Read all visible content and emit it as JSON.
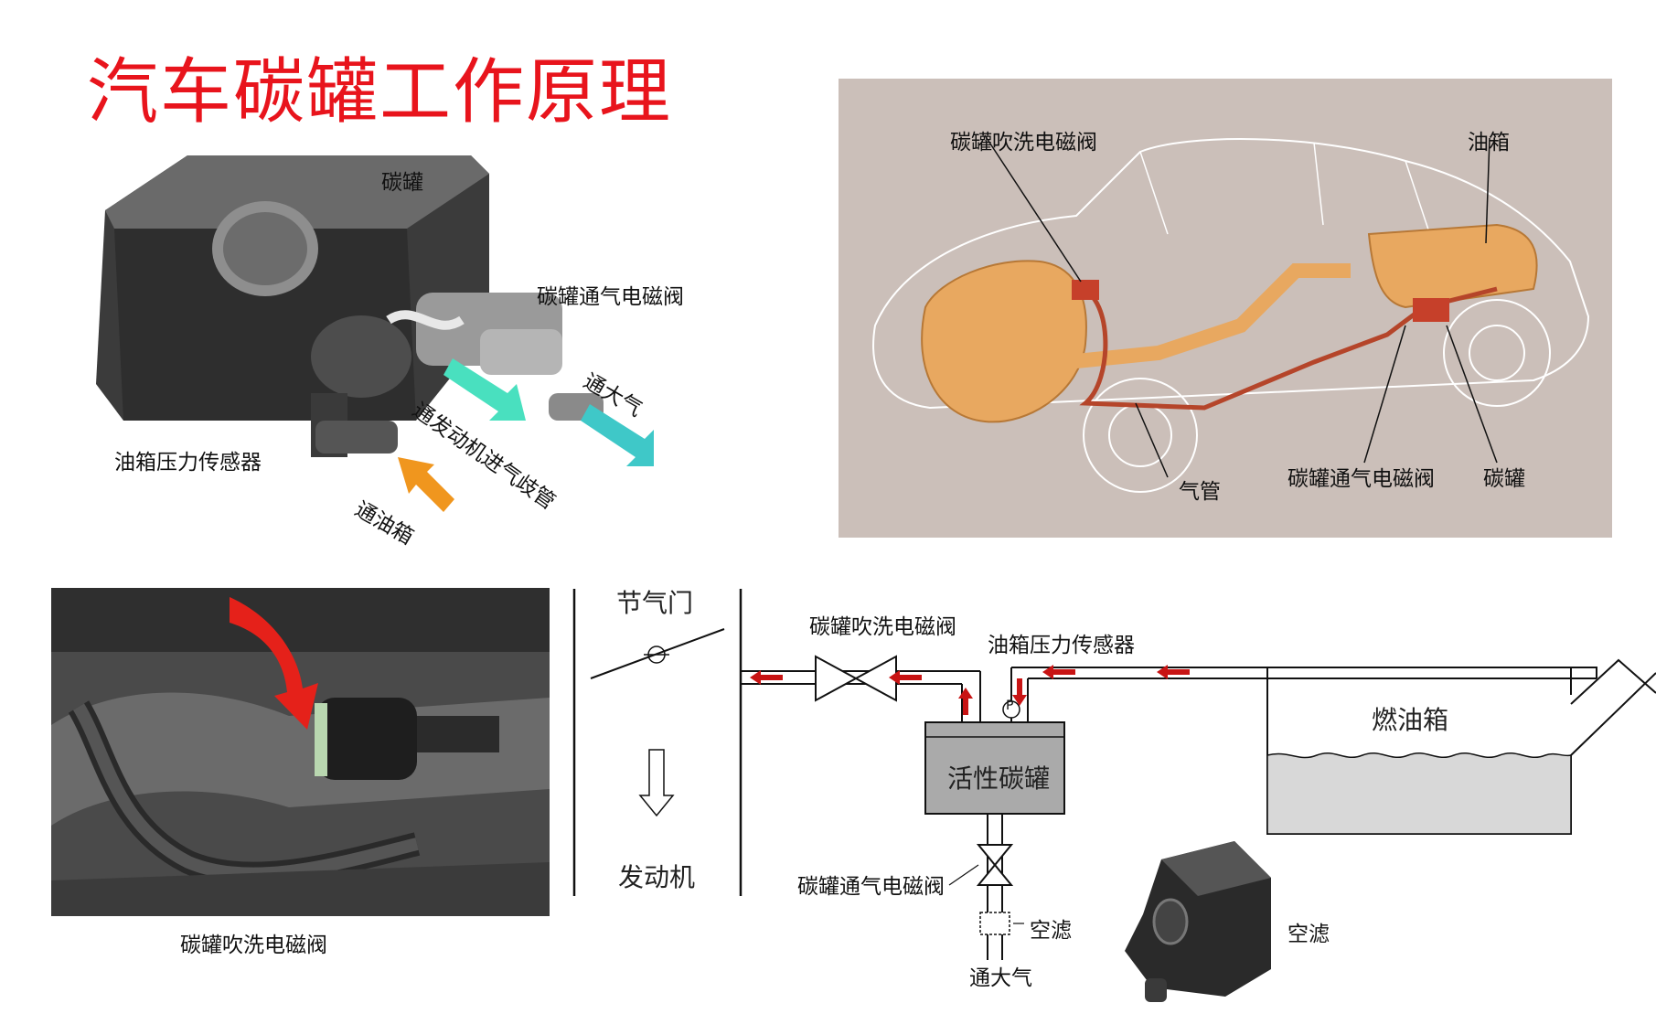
{
  "title": "汽车碳罐工作原理",
  "canister_photo": {
    "label_canister": "碳罐",
    "label_vent_valve": "碳罐通气电磁阀",
    "label_tank_pressure_sensor": "油箱压力传感器",
    "label_to_atmosphere": "通大气",
    "label_to_intake_manifold": "通发动机进气歧管",
    "label_to_tank": "通油箱"
  },
  "car_diagram": {
    "label_purge_valve": "碳罐吹洗电磁阀",
    "label_fuel_tank": "油箱",
    "label_pipe": "气管",
    "label_vent_valve": "碳罐通气电磁阀",
    "label_canister": "碳罐"
  },
  "engine_photo": {
    "caption": "碳罐吹洗电磁阀"
  },
  "schematic": {
    "label_throttle": "节气门",
    "label_engine": "发动机",
    "label_purge_valve": "碳罐吹洗电磁阀",
    "label_pressure_sensor": "油箱压力传感器",
    "label_canister": "活性碳罐",
    "label_fuel_tank": "燃油箱",
    "label_vent_valve": "碳罐通气电磁阀",
    "label_air_filter": "空滤",
    "label_atmosphere": "通大气",
    "label_air_filter_photo": "空滤",
    "pressure_symbol": "P"
  },
  "colors": {
    "title_red": "#e8141c",
    "arrow_red": "#c81414",
    "arrow_teal": "#3fd6c4",
    "arrow_orange": "#f0961e",
    "car_orange": "#e8a860",
    "car_bg": "#cbbfb9"
  }
}
